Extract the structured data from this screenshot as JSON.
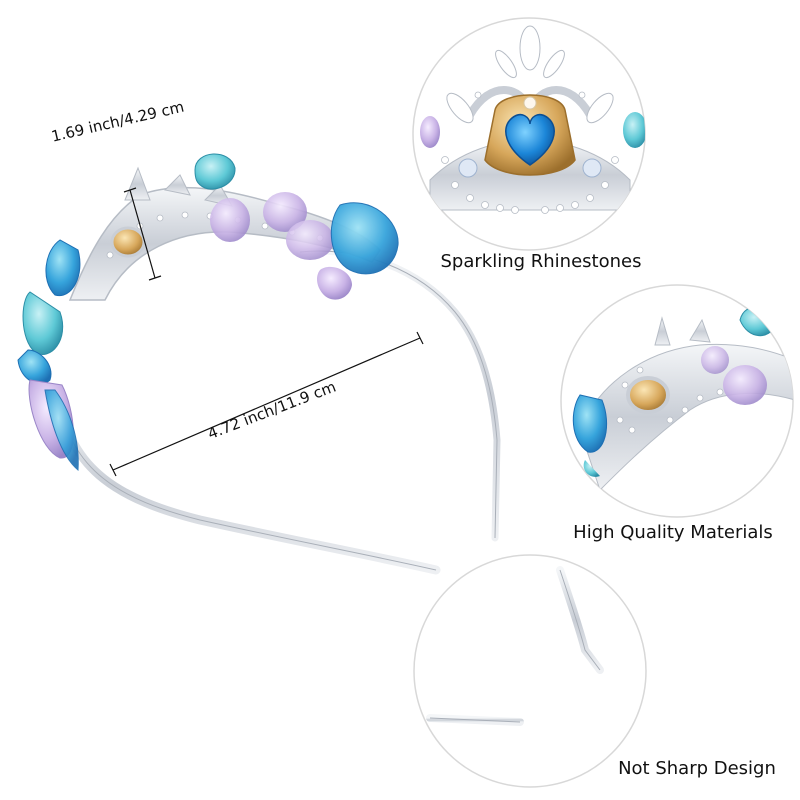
{
  "dimensions": {
    "height_label": "1.69 inch/4.29 cm",
    "width_label": "4.72 inch/11.9 cm"
  },
  "features": [
    {
      "caption": "Sparkling Rhinestones",
      "icon": "crown-detail-closeup"
    },
    {
      "caption": "High Quality Materials",
      "icon": "shell-detail-closeup"
    },
    {
      "caption": "Not Sharp Design",
      "icon": "band-end-closeup"
    }
  ],
  "colors": {
    "band_silver": "#d9dde3",
    "shell_blue": "#36a4dc",
    "shell_turquoise": "#5ec9d6",
    "shell_lilac": "#c9b3e6",
    "gem_blue": "#1c86d8",
    "gold": "#d7a75b",
    "circle_stroke": "#d8d8d8",
    "text": "#111111"
  }
}
